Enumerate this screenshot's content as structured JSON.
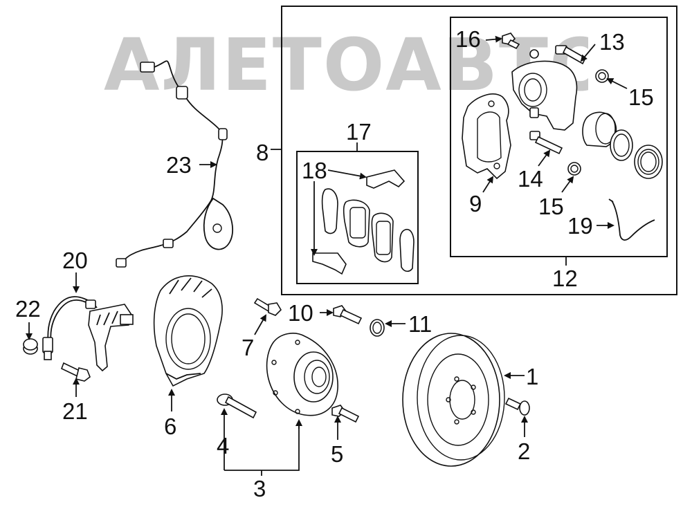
{
  "watermark": {
    "text": "АЛЕТОАВТО"
  },
  "callouts": [
    {
      "id": "c1",
      "label": "1"
    },
    {
      "id": "c2",
      "label": "2"
    },
    {
      "id": "c3",
      "label": "3"
    },
    {
      "id": "c4",
      "label": "4"
    },
    {
      "id": "c5",
      "label": "5"
    },
    {
      "id": "c6",
      "label": "6"
    },
    {
      "id": "c7",
      "label": "7"
    },
    {
      "id": "c8",
      "label": "8"
    },
    {
      "id": "c9",
      "label": "9"
    },
    {
      "id": "c10",
      "label": "10"
    },
    {
      "id": "c11",
      "label": "11"
    },
    {
      "id": "c12",
      "label": "12"
    },
    {
      "id": "c13",
      "label": "13"
    },
    {
      "id": "c14",
      "label": "14"
    },
    {
      "id": "c15a",
      "label": "15"
    },
    {
      "id": "c15b",
      "label": "15"
    },
    {
      "id": "c16",
      "label": "16"
    },
    {
      "id": "c17",
      "label": "17"
    },
    {
      "id": "c18",
      "label": "18"
    },
    {
      "id": "c19",
      "label": "19"
    },
    {
      "id": "c20",
      "label": "20"
    },
    {
      "id": "c21",
      "label": "21"
    },
    {
      "id": "c22",
      "label": "22"
    },
    {
      "id": "c23",
      "label": "23"
    }
  ]
}
